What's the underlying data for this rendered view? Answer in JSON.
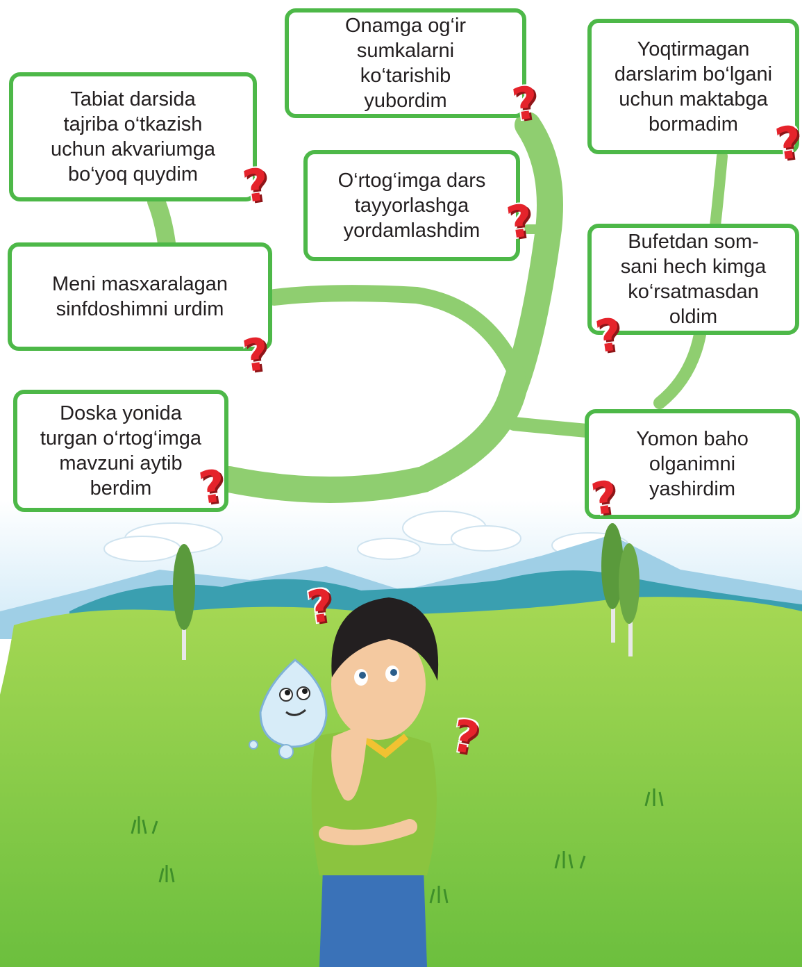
{
  "colors": {
    "card_border": "#4db848",
    "branch": "#8fce70",
    "question_mark": "#e5232b",
    "grass": "#7cc142",
    "sky": "#d9eef9",
    "mountains": "#3a9fb0"
  },
  "cards": [
    {
      "id": "tabiat",
      "text": "Tabiat darsida\ntajriba o‘tkazish\nuchun akvariumga\nbo‘yoq quydim"
    },
    {
      "id": "onamga",
      "text": "Onamga og‘ir\nsumkalarni\nko‘tarishib\nyubordim"
    },
    {
      "id": "yoqtirmagan",
      "text": "Yoqtirmagan\ndarslarim bo‘lgani\nuchun maktabga\nbormadim"
    },
    {
      "id": "ortogimga",
      "text": "O‘rtog‘imga dars\ntayyorlashga\nyordamlashdim"
    },
    {
      "id": "meni",
      "text": "Meni masxaralagan\nsinfdoshimni urdim"
    },
    {
      "id": "bufetdan",
      "text": "Bufetdan som-\nsani hech kimga\nko‘rsatmasdan\noldim"
    },
    {
      "id": "doska",
      "text": "Doska yonida\nturgan o‘rtog‘imga\nmavzuni aytib\nberdim"
    },
    {
      "id": "yomon",
      "text": "Yomon baho\nolganimni\nyashirdim"
    }
  ],
  "icons": {
    "question_mark": "?"
  }
}
